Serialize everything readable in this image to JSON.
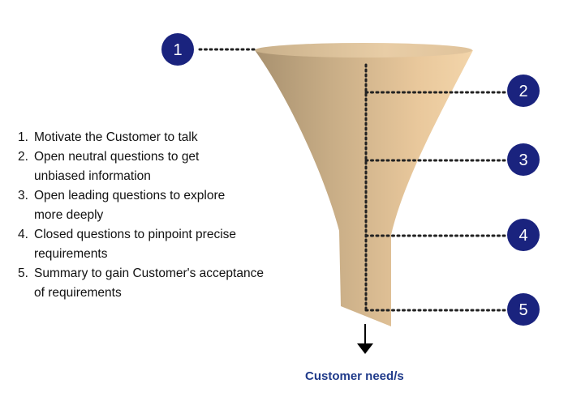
{
  "steps": [
    {
      "number": "1.",
      "text": "Motivate the Customer to talk"
    },
    {
      "number": "2.",
      "text": "Open neutral questions to get\n unbiased information"
    },
    {
      "number": "3.",
      "text": "Open leading questions to explore\nmore deeply"
    },
    {
      "number": "4.",
      "text": "Closed questions to pinpoint precise\n requirements"
    },
    {
      "number": "5.",
      "text": "Summary to gain Customer's acceptance\nof requirements"
    }
  ],
  "markers": [
    "1",
    "2",
    "3",
    "4",
    "5"
  ],
  "output_label": "Customer need/s",
  "colors": {
    "marker_fill": "#1a237e",
    "marker_text": "#ffffff",
    "funnel_light": "#f1d2a6",
    "funnel_dark": "#b79d79",
    "label_color": "#1f3a8a",
    "dots": "#222222"
  }
}
